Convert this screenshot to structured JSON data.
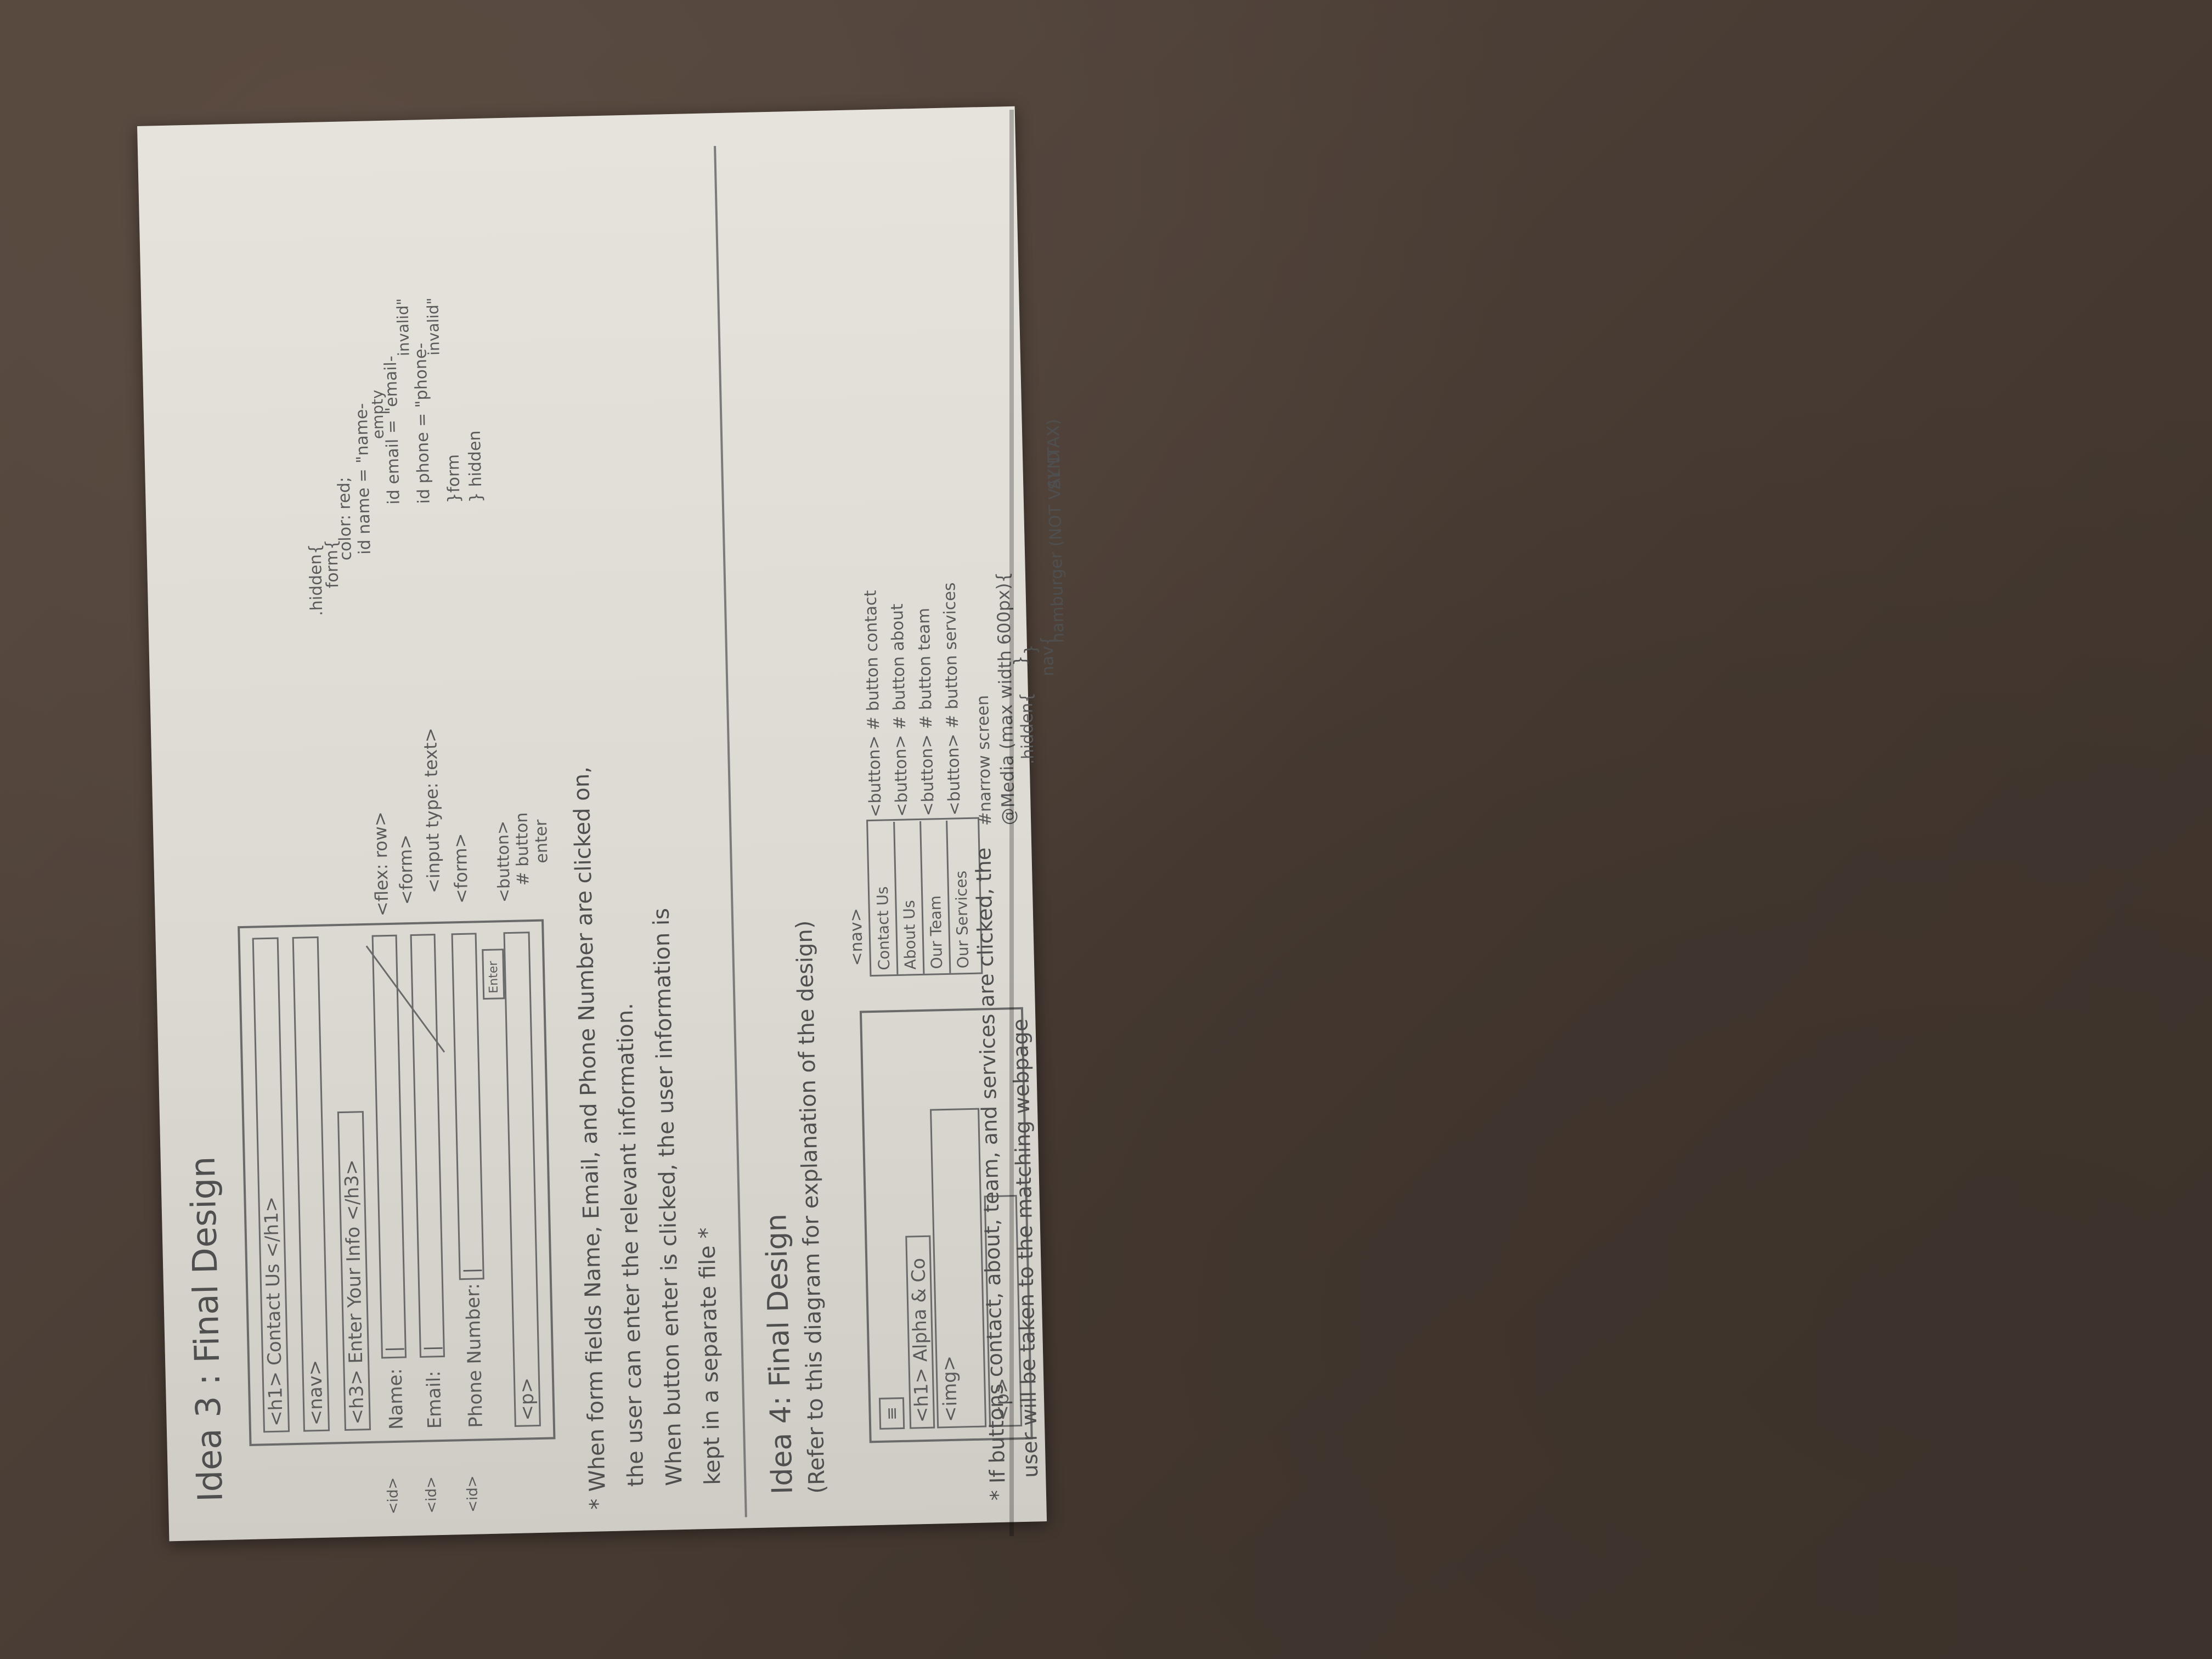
{
  "idea3": {
    "heading": "Idea 3 : Final Design",
    "wireframe": {
      "h1": "<h1> Contact Us </h1>",
      "nav": "<nav>",
      "h3": "<h3> Enter Your Info </h3>",
      "name_label": "Name:",
      "email_label": "Email:",
      "phone_label": "Phone Number:",
      "enter_button": "Enter",
      "p": "<p>",
      "id_prefix": "<id>"
    },
    "annotations": {
      "flex_row": "<flex: row>",
      "form_open": "<form>",
      "input": "<input type: text>",
      "form_close": "<form>",
      "button": "<button>",
      "button_id": "# button",
      "button_id2": "enter"
    },
    "css_notes": [
      ".hidden{",
      "form{",
      "color: red;",
      "id name = \"name-",
      "empty",
      "id email = \"email-",
      "invalid\"",
      "id phone = \"phone-",
      "invalid\"",
      "}form",
      "} hidden"
    ],
    "note_lines": [
      "* When form fields Name, Email, and Phone Number are clicked on,",
      "the user can enter the relevant information.",
      "When button enter is clicked, the user information is",
      "kept in a separate file *"
    ]
  },
  "idea4": {
    "heading": "Idea 4: Final Design",
    "subheading": "(Refer to this diagram for explanation of the design)",
    "wireframe": {
      "hamburger": "≡",
      "h1": "<h1> Alpha & Co",
      "img": "<img>",
      "p": "<p>"
    },
    "nav": {
      "label": "<nav>",
      "items": [
        "Contact Us",
        "About Us",
        "Our Team",
        "Our Services"
      ]
    },
    "button_notes": [
      "<button> # button contact",
      "<button> # button about",
      "<button> # button team",
      "<button> # button services"
    ],
    "css_notes": [
      "#narrow screen",
      "@Media (max width 600px){",
      ".hidden{",
      "nav{",
      "hamburger (NOT VALID",
      "SYNTAX)",
      "}",
      "}"
    ],
    "footer_lines": [
      "* If buttons contact, about, team, and services are clicked, the",
      "user will be taken to the matching webpage"
    ]
  }
}
